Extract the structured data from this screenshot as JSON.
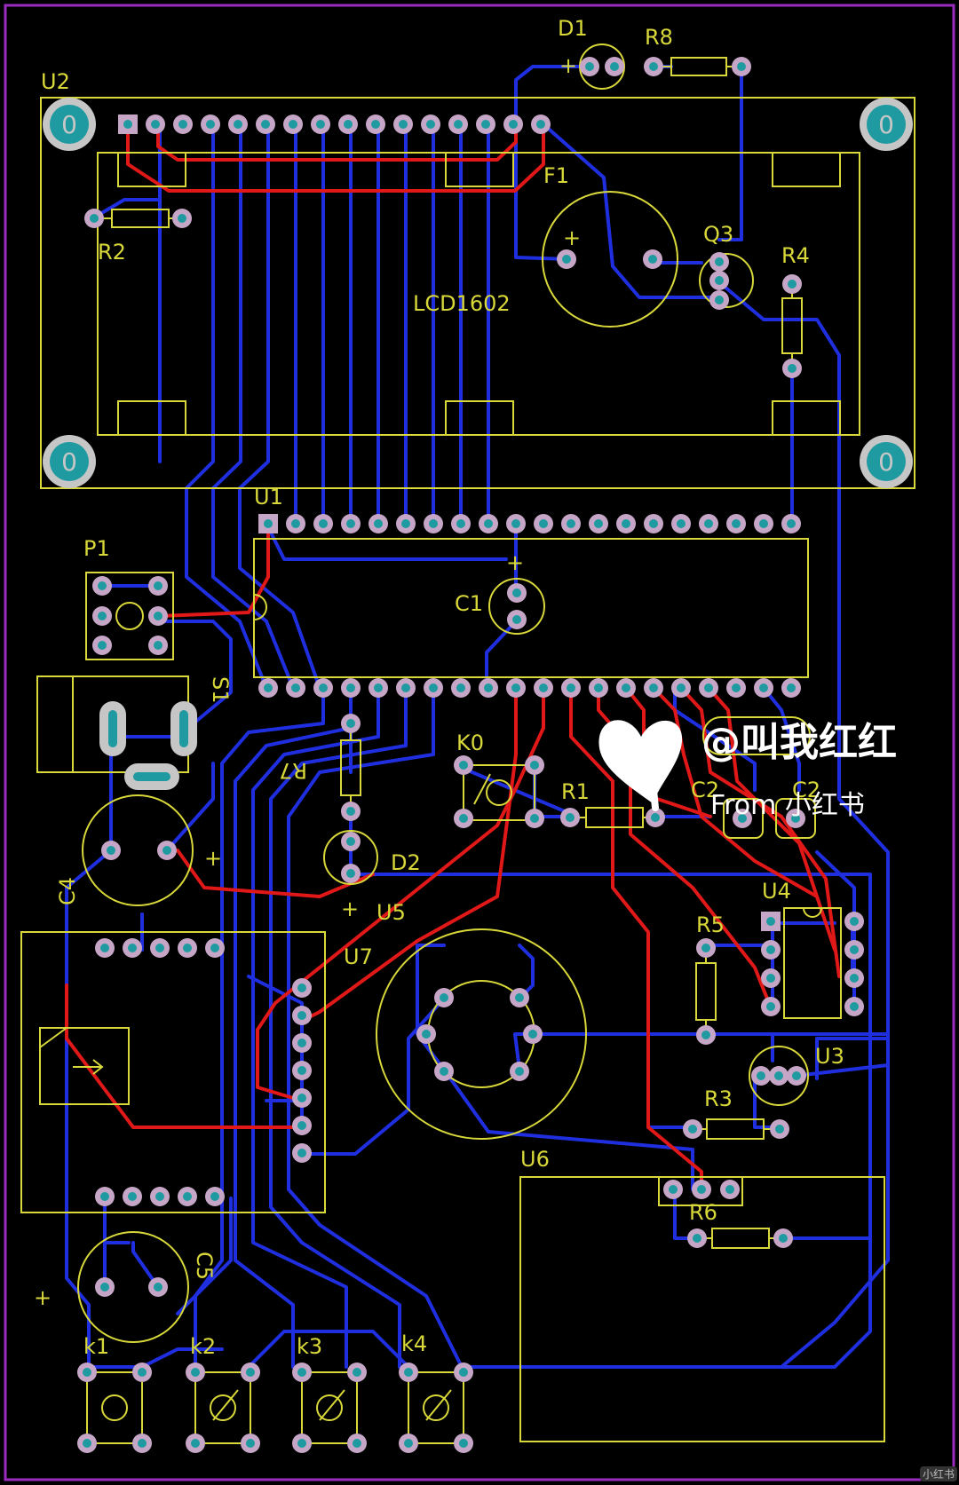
{
  "colors": {
    "background": "#000000",
    "board_outline": "#9b2bbf",
    "silkscreen": "#d8d83a",
    "top_copper": "#e01818",
    "bottom_copper": "#1f2fe0",
    "pad": "#c6a6c6",
    "drill": "#1f9aa0"
  },
  "labels": {
    "u2": "U2",
    "d1": "D1",
    "d1_plus": "+",
    "r8": "R8",
    "f1": "F1",
    "f1_plus": "+",
    "r2": "R2",
    "q3": "Q3",
    "r4": "R4",
    "lcd": "LCD1602",
    "u1": "U1",
    "p1": "P1",
    "c1": "C1",
    "c1_plus": "+",
    "s1": "S1",
    "r7": "R7",
    "k0": "K0",
    "r1": "R1",
    "c2a": "C2",
    "c2b": "C2",
    "d2": "D2",
    "d2_plus": "+",
    "c4": "C4",
    "c4_plus": "+",
    "u5": "U5",
    "u4": "U4",
    "u7": "U7",
    "r5": "R5",
    "u3": "U3",
    "r3": "R3",
    "u6": "U6",
    "r6": "R6",
    "c5": "C5",
    "c5_plus": "+",
    "k1": "k1",
    "k2": "k2",
    "k3": "k3",
    "k4": "k4",
    "mount_hole": "0"
  },
  "watermark": {
    "handle": "@叫我红红",
    "source": "From 小红书",
    "corner": "小红书"
  }
}
